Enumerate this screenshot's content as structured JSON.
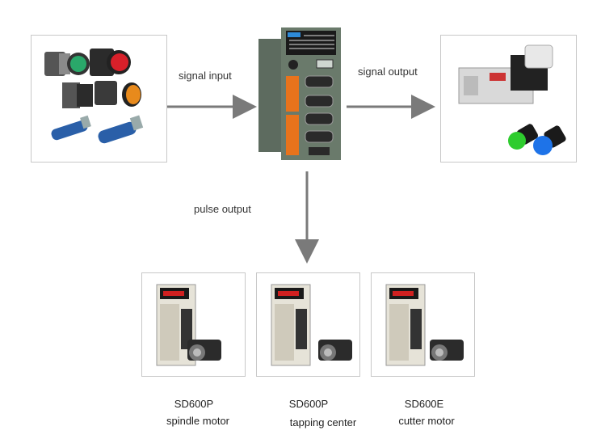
{
  "labels": {
    "signal_input": "signal input",
    "signal_output": "signal output",
    "pulse_output": "pulse output"
  },
  "drives": [
    {
      "model": "SD600P",
      "use": "spindle motor"
    },
    {
      "model": "SD600P",
      "use": "tapping center"
    },
    {
      "model": "SD600E",
      "use": "cutter motor"
    }
  ],
  "colors": {
    "arrow": "#7a7a7a",
    "box_border": "#c8c8c8",
    "button_green": "#2aa86a",
    "button_red": "#d8202a",
    "button_amber": "#e88a1c",
    "sensor_blue": "#2a5fa8",
    "controller_gray": "#5d6b5f",
    "terminal_orange": "#e8731c",
    "lamp_green": "#2ecc2e",
    "lamp_blue": "#1e73e8"
  }
}
